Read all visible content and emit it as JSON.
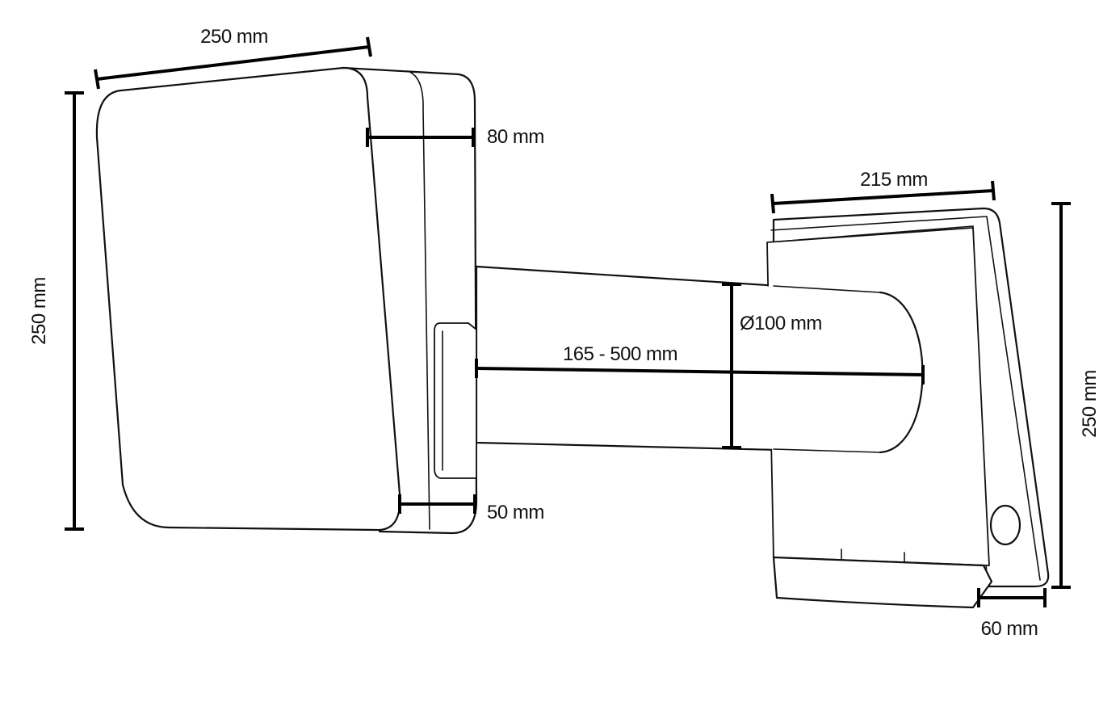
{
  "labels": {
    "front_width": "250 mm",
    "front_height": "250 mm",
    "front_depth_top": "80 mm",
    "front_depth_bottom": "50 mm",
    "pipe_length": "165 - 500 mm",
    "pipe_diameter": "Ø100 mm",
    "rear_width": "215 mm",
    "rear_height": "250 mm",
    "rear_depth": "60 mm"
  }
}
